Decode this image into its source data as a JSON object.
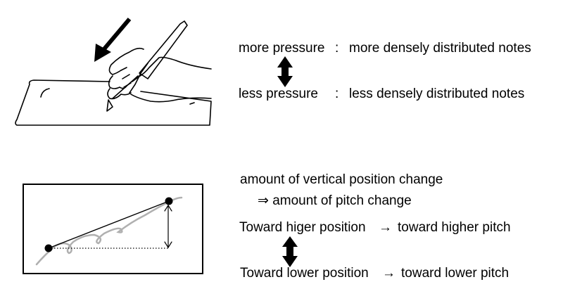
{
  "pressure": {
    "more_label": "more pressure",
    "more_sep": ":",
    "more_effect": "more densely distributed notes",
    "less_label": "less pressure",
    "less_sep": ":",
    "less_effect": "less densely distributed notes"
  },
  "pitch": {
    "line1": "amount of vertical position change",
    "line2": "⇒ amount of pitch change",
    "higher_position": "Toward higer position",
    "higher_arrow": "→",
    "higher_pitch": "toward higher pitch",
    "lower_position": "Toward lower position",
    "lower_arrow": "→",
    "lower_pitch": "toward lower pitch"
  }
}
